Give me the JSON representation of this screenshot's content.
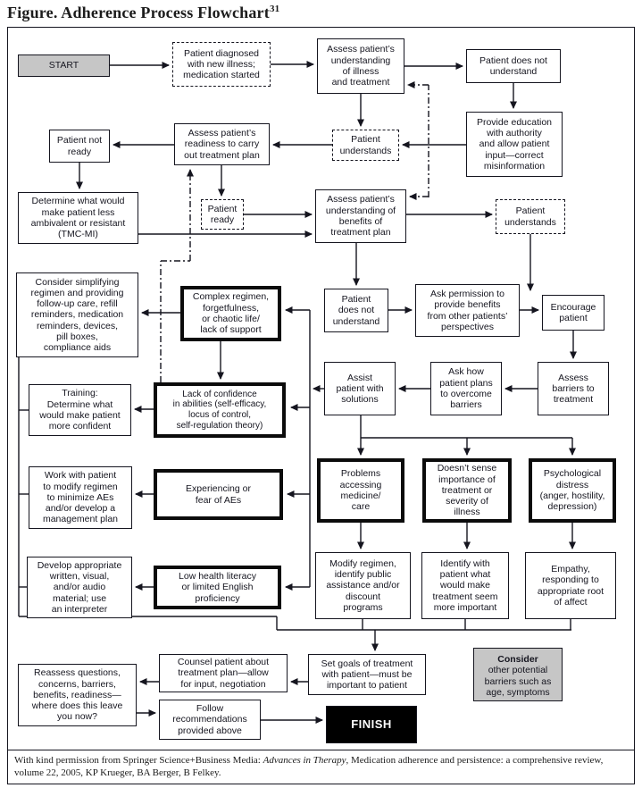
{
  "title": {
    "text": "Figure. Adherence Process Flowchart",
    "superscript": "31"
  },
  "colors": {
    "line": "#15151f",
    "gray_fill": "#c6c6c6",
    "finish_bg": "#000000",
    "finish_text": "#ffffff"
  },
  "nodes": {
    "start": {
      "label": "START"
    },
    "diagnosed": {
      "label": "Patient diagnosed\nwith new illness;\nmedication started"
    },
    "assess_illness": {
      "label": "Assess patient’s\nunderstanding\nof illness\nand treatment"
    },
    "not_understand1": {
      "label": "Patient does not\nunderstand"
    },
    "provide_education": {
      "label": "Provide education\nwith authority\nand allow patient\ninput—correct\nmisinformation"
    },
    "understands1": {
      "label": "Patient\nunderstands"
    },
    "not_ready": {
      "label": "Patient not\nready"
    },
    "assess_readiness": {
      "label": "Assess patient’s\nreadiness to carry\nout treatment plan"
    },
    "determine_ambivalent": {
      "label": "Determine what would\nmake patient less\nambivalent or resistant\n(TMC-MI)"
    },
    "ready": {
      "label": "Patient\nready"
    },
    "assess_benefits": {
      "label": "Assess patient’s\nunderstanding of\nbenefits of\ntreatment plan"
    },
    "understands2": {
      "label": "Patient\nunderstands"
    },
    "consider_simplifying": {
      "label": "Consider simplifying\nregimen and providing\nfollow-up care, refill\nreminders, medication\nreminders, devices,\npill boxes,\ncompliance aids"
    },
    "complex_regimen": {
      "label": "Complex regimen,\nforgetfulness,\nor chaotic life/\nlack of support"
    },
    "not_understand2": {
      "label": "Patient\ndoes not\nunderstand"
    },
    "ask_permission": {
      "label": "Ask permission to\nprovide benefits\nfrom other patients’\nperspectives"
    },
    "encourage": {
      "label": "Encourage\npatient"
    },
    "assist_solutions": {
      "label": "Assist\npatient with\nsolutions"
    },
    "ask_how": {
      "label": "Ask how\npatient plans\nto overcome\nbarriers"
    },
    "assess_barriers": {
      "label": "Assess\nbarriers to\ntreatment"
    },
    "training": {
      "label": "Training:\nDetermine what\nwould make patient\nmore confident"
    },
    "lack_confidence": {
      "label": "Lack of confidence\nin abilities (self-efficacy,\nlocus of control,\nself-regulation theory)"
    },
    "work_with": {
      "label": "Work with patient\nto modify regimen\nto minimize AEs\nand/or develop a\nmanagement plan"
    },
    "experiencing_aes": {
      "label": "Experiencing or\nfear of AEs"
    },
    "problems_accessing": {
      "label": "Problems\naccessing\nmedicine/\ncare"
    },
    "doesnt_sense": {
      "label": "Doesn’t sense\nimportance of\ntreatment or\nseverity of\nillness"
    },
    "psych_distress": {
      "label": "Psychological\ndistress\n(anger, hostility,\ndepression)"
    },
    "develop_material": {
      "label": "Develop appropriate\nwritten, visual,\nand/or audio\nmaterial; use\nan interpreter"
    },
    "low_literacy": {
      "label": "Low health literacy\nor limited English\nproficiency"
    },
    "modify_regimen": {
      "label": "Modify regimen,\nidentify public\nassistance and/or\ndiscount\nprograms"
    },
    "identify_important": {
      "label": "Identify with\npatient what\nwould make\ntreatment seem\nmore important"
    },
    "empathy": {
      "label": "Empathy,\nresponding to\nappropriate root\nof affect"
    },
    "reassess": {
      "label": "Reassess questions,\nconcerns, barriers,\nbenefits, readiness—\nwhere does this leave\nyou now?"
    },
    "counsel": {
      "label": "Counsel patient about\ntreatment plan—allow\nfor input, negotiation"
    },
    "follow_recs": {
      "label": "Follow\nrecommendations\nprovided above"
    },
    "set_goals": {
      "label": "Set goals of treatment\nwith patient—must be\nimportant to patient"
    },
    "consider_other": {
      "bold": "Consider",
      "rest": "other potential\nbarriers such as\nage, symptoms"
    },
    "finish": {
      "label": "FINISH"
    }
  },
  "footer": {
    "prefix": "With kind permission from Springer Science+Business Media:  ",
    "italic": "Advances in Therapy",
    "suffix": ", Medication adherence and persistence: a comprehensive review, volume 22, 2005, KP Krueger, BA Berger, B Felkey."
  }
}
